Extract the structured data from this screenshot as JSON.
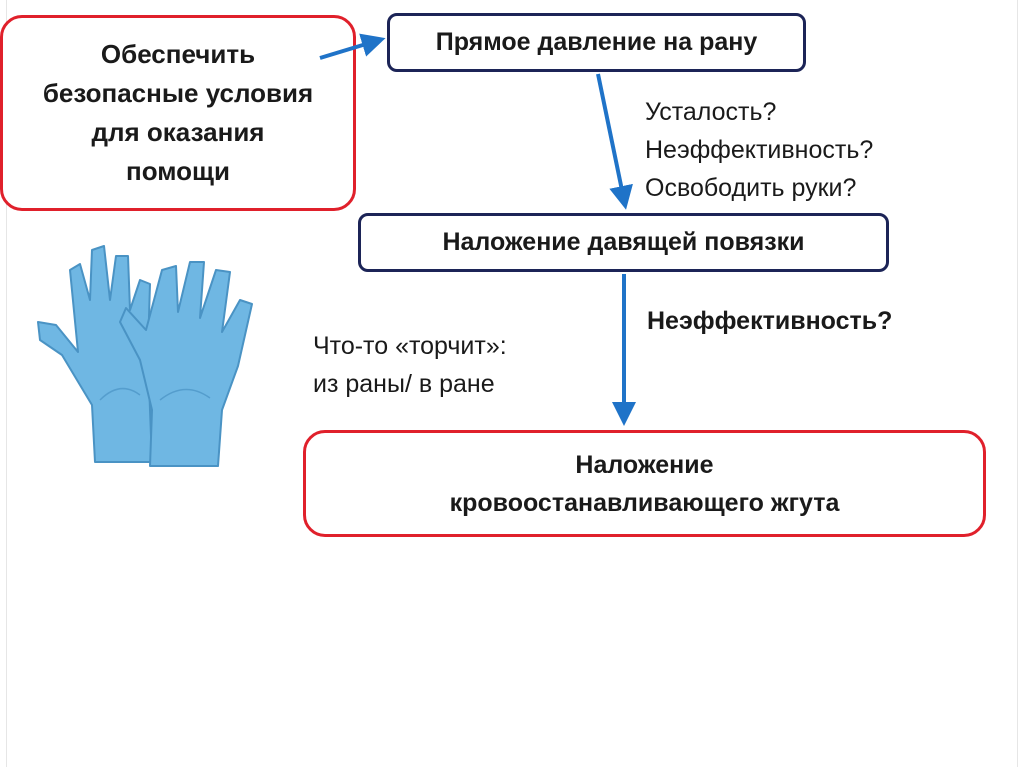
{
  "diagram": {
    "box_safe_conditions": [
      "Обеспечить",
      "безопасные условия",
      "для оказания",
      "помощи"
    ],
    "box_direct_pressure": "Прямое давление на рану",
    "box_pressure_bandage": "Наложение давящей повязки",
    "box_tourniquet": [
      "Наложение",
      "кровоостанавливающего жгута"
    ],
    "note_fatigue": [
      "Усталость?",
      "Неэффективность?",
      "Освободить руки?"
    ],
    "note_ineffective": "Неэффективность?",
    "note_protruding": [
      "Что-то «торчит»:",
      "из раны/ в ране"
    ]
  },
  "colors": {
    "red_border": "#e0202b",
    "navy_border": "#1c2457",
    "arrow_blue": "#1f73c8",
    "glove_blue": "#6fb7e3"
  },
  "icons": {
    "gloves": "medical-gloves-icon"
  }
}
